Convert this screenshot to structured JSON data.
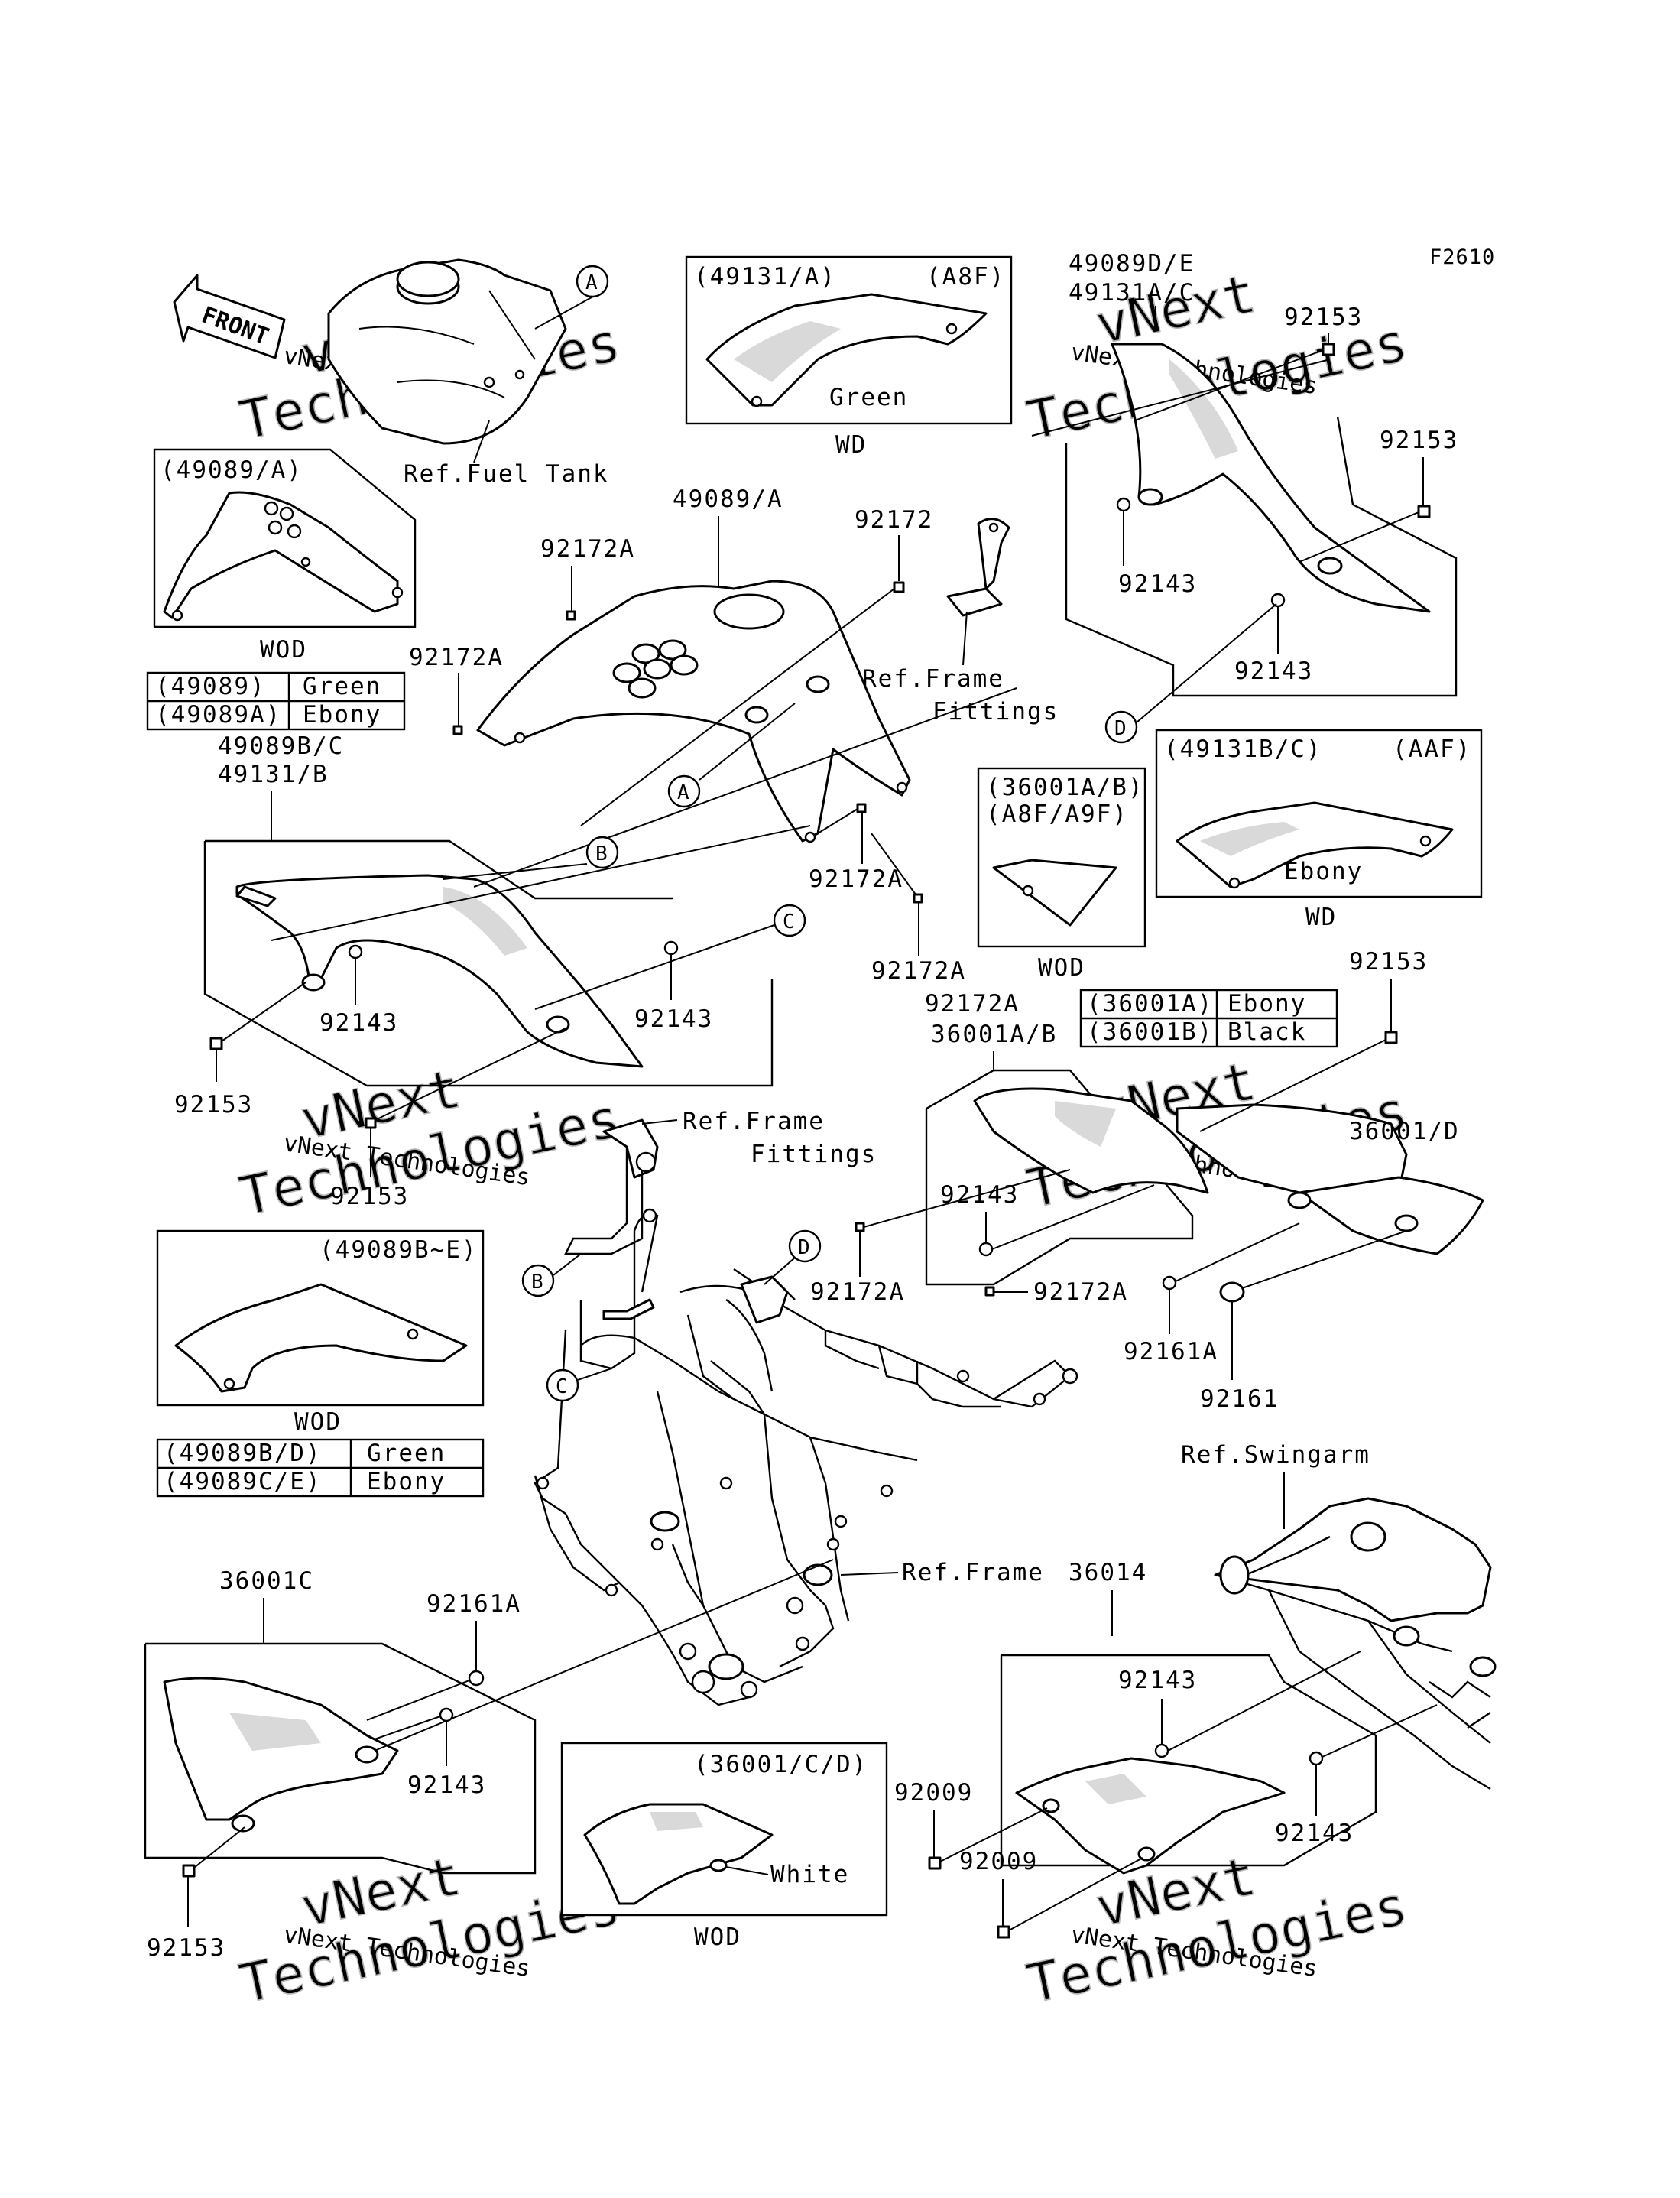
{
  "code": "F2610",
  "front_label": "FRONT",
  "watermark": {
    "line1": "vNext",
    "line2": "Technologies",
    "small": "vNext Technologies"
  },
  "callouts": {
    "fuel_tank_ref": "Ref.Fuel Tank",
    "frame_fittings_ref_a": "Ref.Frame",
    "frame_fittings_ref_b": "Fittings",
    "frame_fittings_ref2_a": "Ref.Frame",
    "frame_fittings_ref2_b": "Fittings",
    "frame_ref": "Ref.Frame",
    "swingarm_ref": "Ref.Swingarm",
    "p49089A": "49089/A",
    "p49089DE": "49089D/E",
    "p49131AC": "49131A/C",
    "p49089BC": "49089B/C",
    "p49131B": "49131/B",
    "p36001AB": "36001A/B",
    "p36001D": "36001/D",
    "p36001C": "36001C",
    "p36014": "36014",
    "p92153_a": "92153",
    "p92153_b": "92153",
    "p92153_c": "92153",
    "p92153_d": "92153",
    "p92153_e": "92153",
    "p92153_f": "92153",
    "p92172": "92172",
    "p92172A_a": "92172A",
    "p92172A_b": "92172A",
    "p92172A_c": "92172A",
    "p92172A_d": "92172A",
    "p92172A_e": "92172A",
    "p92172A_f": "92172A",
    "p92143_a": "92143",
    "p92143_b": "92143",
    "p92143_c": "92143",
    "p92143_d": "92143",
    "p92143_e": "92143",
    "p92143_f": "92143",
    "p92143_g": "92143",
    "p92143_h": "92143",
    "p92161A_a": "92161A",
    "p92161A_b": "92161A",
    "p92161": "92161",
    "p92009_a": "92009",
    "p92009_b": "92009"
  },
  "markers": {
    "A": "A",
    "B": "B",
    "C": "C",
    "D": "D"
  },
  "insets": [
    {
      "id": "inset-49131-A",
      "title": "(49131/A)",
      "code": "(A8F)",
      "color_label": "Green",
      "caption": "WD"
    },
    {
      "id": "inset-49089-A",
      "title": "(49089/A)",
      "caption": "WOD"
    },
    {
      "id": "inset-36001-AB",
      "title": "(36001A/B)",
      "code": "(A8F/A9F)",
      "caption": "WOD"
    },
    {
      "id": "inset-49131-BC",
      "title": "(49131B/C)",
      "code": "(AAF)",
      "color_label": "Ebony",
      "caption": "WD"
    },
    {
      "id": "inset-49089-BE",
      "title": "(49089B~E)",
      "caption": "WOD"
    },
    {
      "id": "inset-36001-CD",
      "title": "(36001/C/D)",
      "color_label": "White",
      "caption": "WOD"
    }
  ],
  "color_tables": [
    {
      "id": "table-49089",
      "rows": [
        [
          "(49089)",
          "Green"
        ],
        [
          "(49089A)",
          "Ebony"
        ]
      ]
    },
    {
      "id": "table-36001",
      "rows": [
        [
          "(36001A)",
          "Ebony"
        ],
        [
          "(36001B)",
          "Black"
        ]
      ]
    },
    {
      "id": "table-49089BE",
      "rows": [
        [
          "(49089B/D)",
          "Green"
        ],
        [
          "(49089C/E)",
          "Ebony"
        ]
      ]
    }
  ]
}
